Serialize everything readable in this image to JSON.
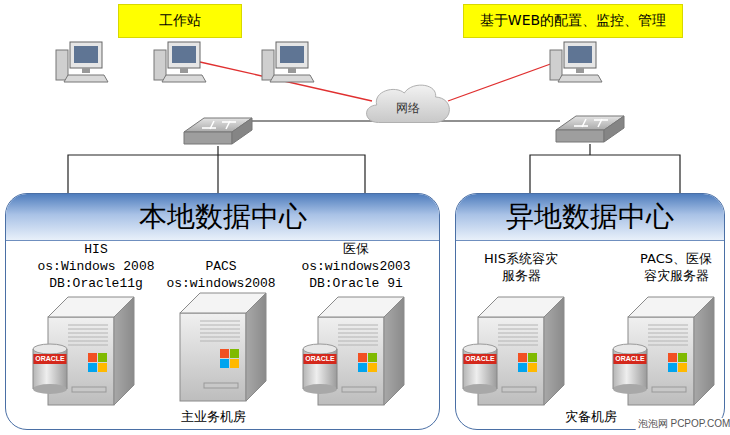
{
  "diagram": {
    "nodes": [
      {
        "text": [
          "工作站"
        ]
      },
      {
        "text": [
          "基于WEB的配置、监控、管理"
        ]
      },
      {
        "text": [
          "网络"
        ]
      },
      {
        "text": [
          "本地数据中心",
          "主业务机房"
        ]
      },
      {
        "text": [
          "HIS",
          "os:Windows 2008",
          "DB:Oracle11g"
        ],
        "in": 3
      },
      {
        "text": [
          "PACS",
          "os:windows2008"
        ],
        "in": 3
      },
      {
        "text": [
          "医保",
          "os:windows2003",
          "DB:Oracle 9i"
        ],
        "in": 3
      },
      {
        "text": [
          "异地数据中心",
          "灾备机房"
        ]
      },
      {
        "text": [
          "HIS系统容灾 服务器"
        ],
        "in": 7
      },
      {
        "text": [
          "PACS、医保 容灾服务器"
        ],
        "in": 7
      }
    ],
    "labels": [
      "ORACLE",
      "ORACLE",
      "ORACLE",
      "ORACLE",
      "泡泡网 PCPOP.COM"
    ]
  }
}
